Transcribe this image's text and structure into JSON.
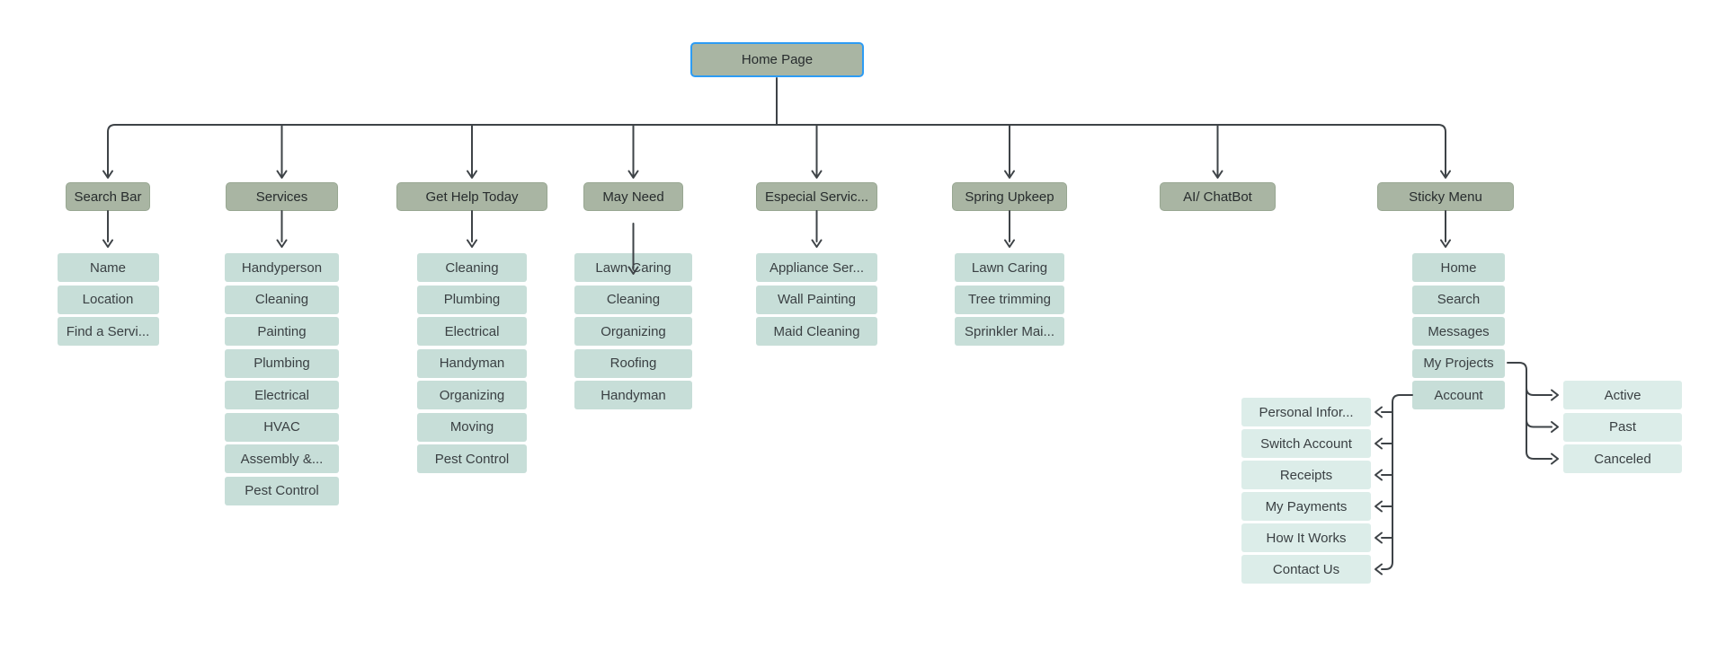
{
  "diagram": {
    "root": {
      "label": "Home Page"
    },
    "columns": [
      {
        "label": "Search Bar",
        "children": [
          "Name",
          "Location",
          "Find a Servi..."
        ]
      },
      {
        "label": "Services",
        "children": [
          "Handyperson",
          "Cleaning",
          "Painting",
          "Plumbing",
          "Electrical",
          "HVAC",
          "Assembly &...",
          "Pest Control"
        ]
      },
      {
        "label": "Get Help Today",
        "children": [
          "Cleaning",
          "Plumbing",
          "Electrical",
          "Handyman",
          "Organizing",
          "Moving",
          "Pest Control"
        ]
      },
      {
        "label": "May Need",
        "children": [
          "Lawn Caring",
          "Cleaning",
          "Organizing",
          "Roofing",
          "Handyman"
        ]
      },
      {
        "label": "Especial Servic...",
        "children": [
          "Appliance Ser...",
          "Wall Painting",
          "Maid Cleaning"
        ]
      },
      {
        "label": "Spring Upkeep",
        "children": [
          "Lawn Caring",
          "Tree trimming",
          "Sprinkler Mai..."
        ]
      },
      {
        "label": "AI/ ChatBot",
        "children": []
      },
      {
        "label": "Sticky Menu",
        "children": [
          "Home",
          "Search",
          "Messages",
          "My Projects",
          "Account"
        ]
      }
    ],
    "account_children": [
      "Personal Infor...",
      "Switch Account",
      "Receipts",
      "My Payments",
      "How It Works",
      "Contact Us"
    ],
    "my_projects_children": [
      "Active",
      "Past",
      "Canceled"
    ],
    "colors": {
      "canvas": "#ffffff",
      "header_fill": "#a9b5a3",
      "header_border": "#98a792",
      "child_fill": "#c7ded8",
      "subchild_fill": "#dcede9",
      "selection_border": "#2d9cf4",
      "connector": "#3e4347"
    }
  }
}
